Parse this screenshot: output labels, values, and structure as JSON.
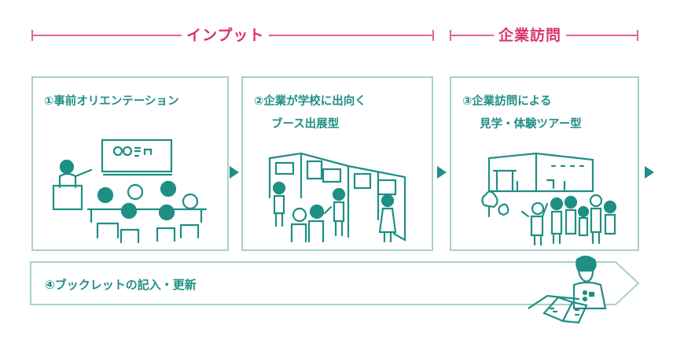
{
  "phases": [
    {
      "id": "input",
      "label": "インプット"
    },
    {
      "id": "visit",
      "label": "企業訪問"
    }
  ],
  "steps": [
    {
      "number": "①",
      "title_line1": "①事前オリエンテーション",
      "title_line2": "",
      "illustration": "classroom-orientation-illustration"
    },
    {
      "number": "②",
      "title_line1": "②企業が学校に出向く",
      "title_line2": "ブース出展型",
      "illustration": "booth-exhibition-illustration"
    },
    {
      "number": "③",
      "title_line1": "③企業訪問による",
      "title_line2": "見学・体験ツアー型",
      "illustration": "company-tour-illustration"
    }
  ],
  "booklet": {
    "label": "④ブックレットの記入・更新",
    "illustration": "student-writing-illustration"
  },
  "colors": {
    "accent_pink": "#e8609a",
    "teal": "#1f8f84",
    "border": "#a9cfcb"
  }
}
